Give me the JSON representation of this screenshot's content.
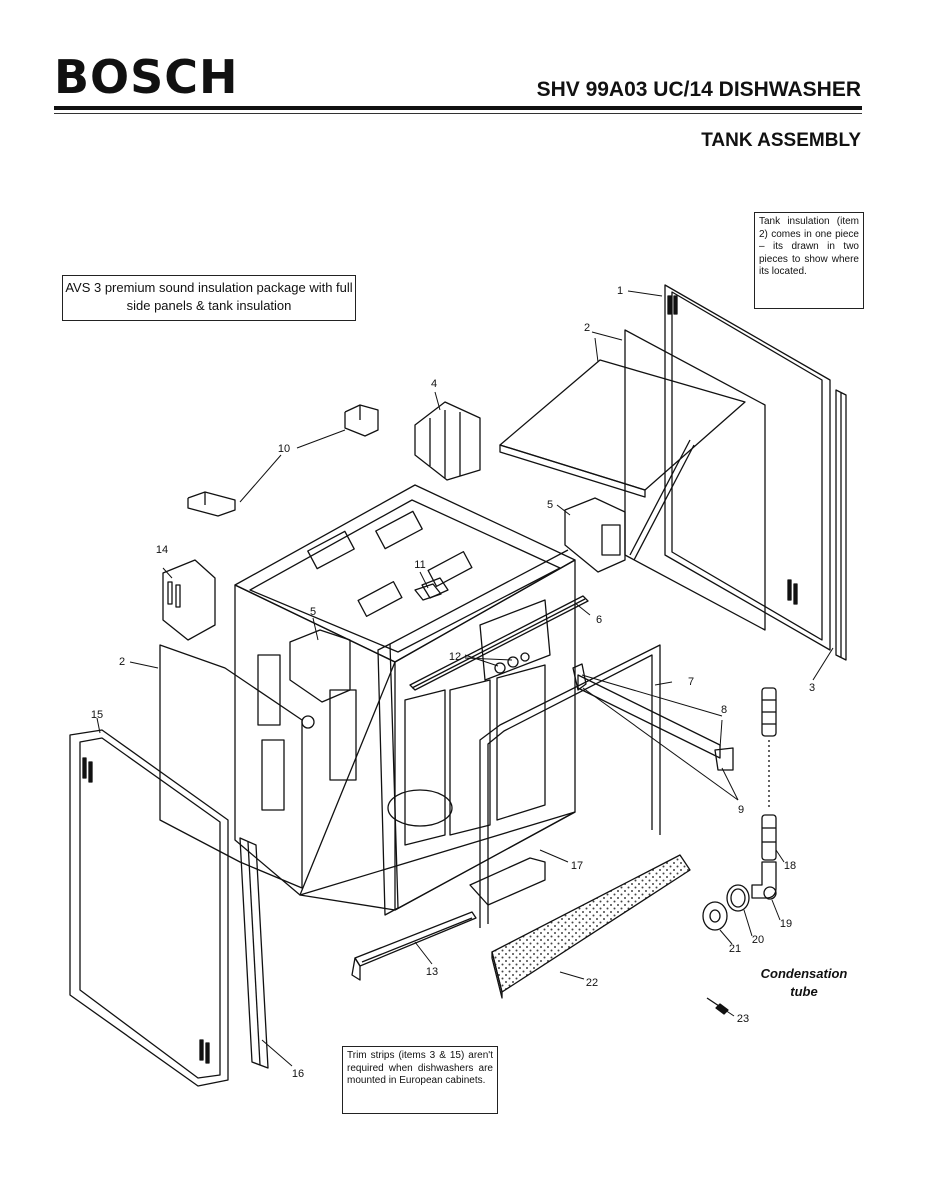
{
  "header": {
    "brand": "BOSCH",
    "model": "SHV 99A03 UC/14 DISHWASHER",
    "section": "TANK ASSEMBLY"
  },
  "notes": {
    "insulation_package": "AVS 3 premium sound insulation package with full side panels & tank insulation",
    "tank_insulation": "Tank insulation (item 2) comes in one piece – its drawn in two pieces to show where its located.",
    "trim_strips": "Trim strips (items 3 & 15) aren't required when dishwashers are mounted in European cabinets.",
    "condensation_tube": "Condensation tube"
  },
  "callouts": {
    "c1": "1",
    "c2a": "2",
    "c2b": "2",
    "c3": "3",
    "c4": "4",
    "c5a": "5",
    "c5b": "5",
    "c6": "6",
    "c7": "7",
    "c8": "8",
    "c9": "9",
    "c10": "10",
    "c11": "11",
    "c12": "12",
    "c13": "13",
    "c14": "14",
    "c15": "15",
    "c16": "16",
    "c17": "17",
    "c18": "18",
    "c19": "19",
    "c20": "20",
    "c21": "21",
    "c22": "22",
    "c23": "23"
  },
  "colors": {
    "ink": "#111111",
    "paper": "#ffffff",
    "dot": "#444444"
  }
}
